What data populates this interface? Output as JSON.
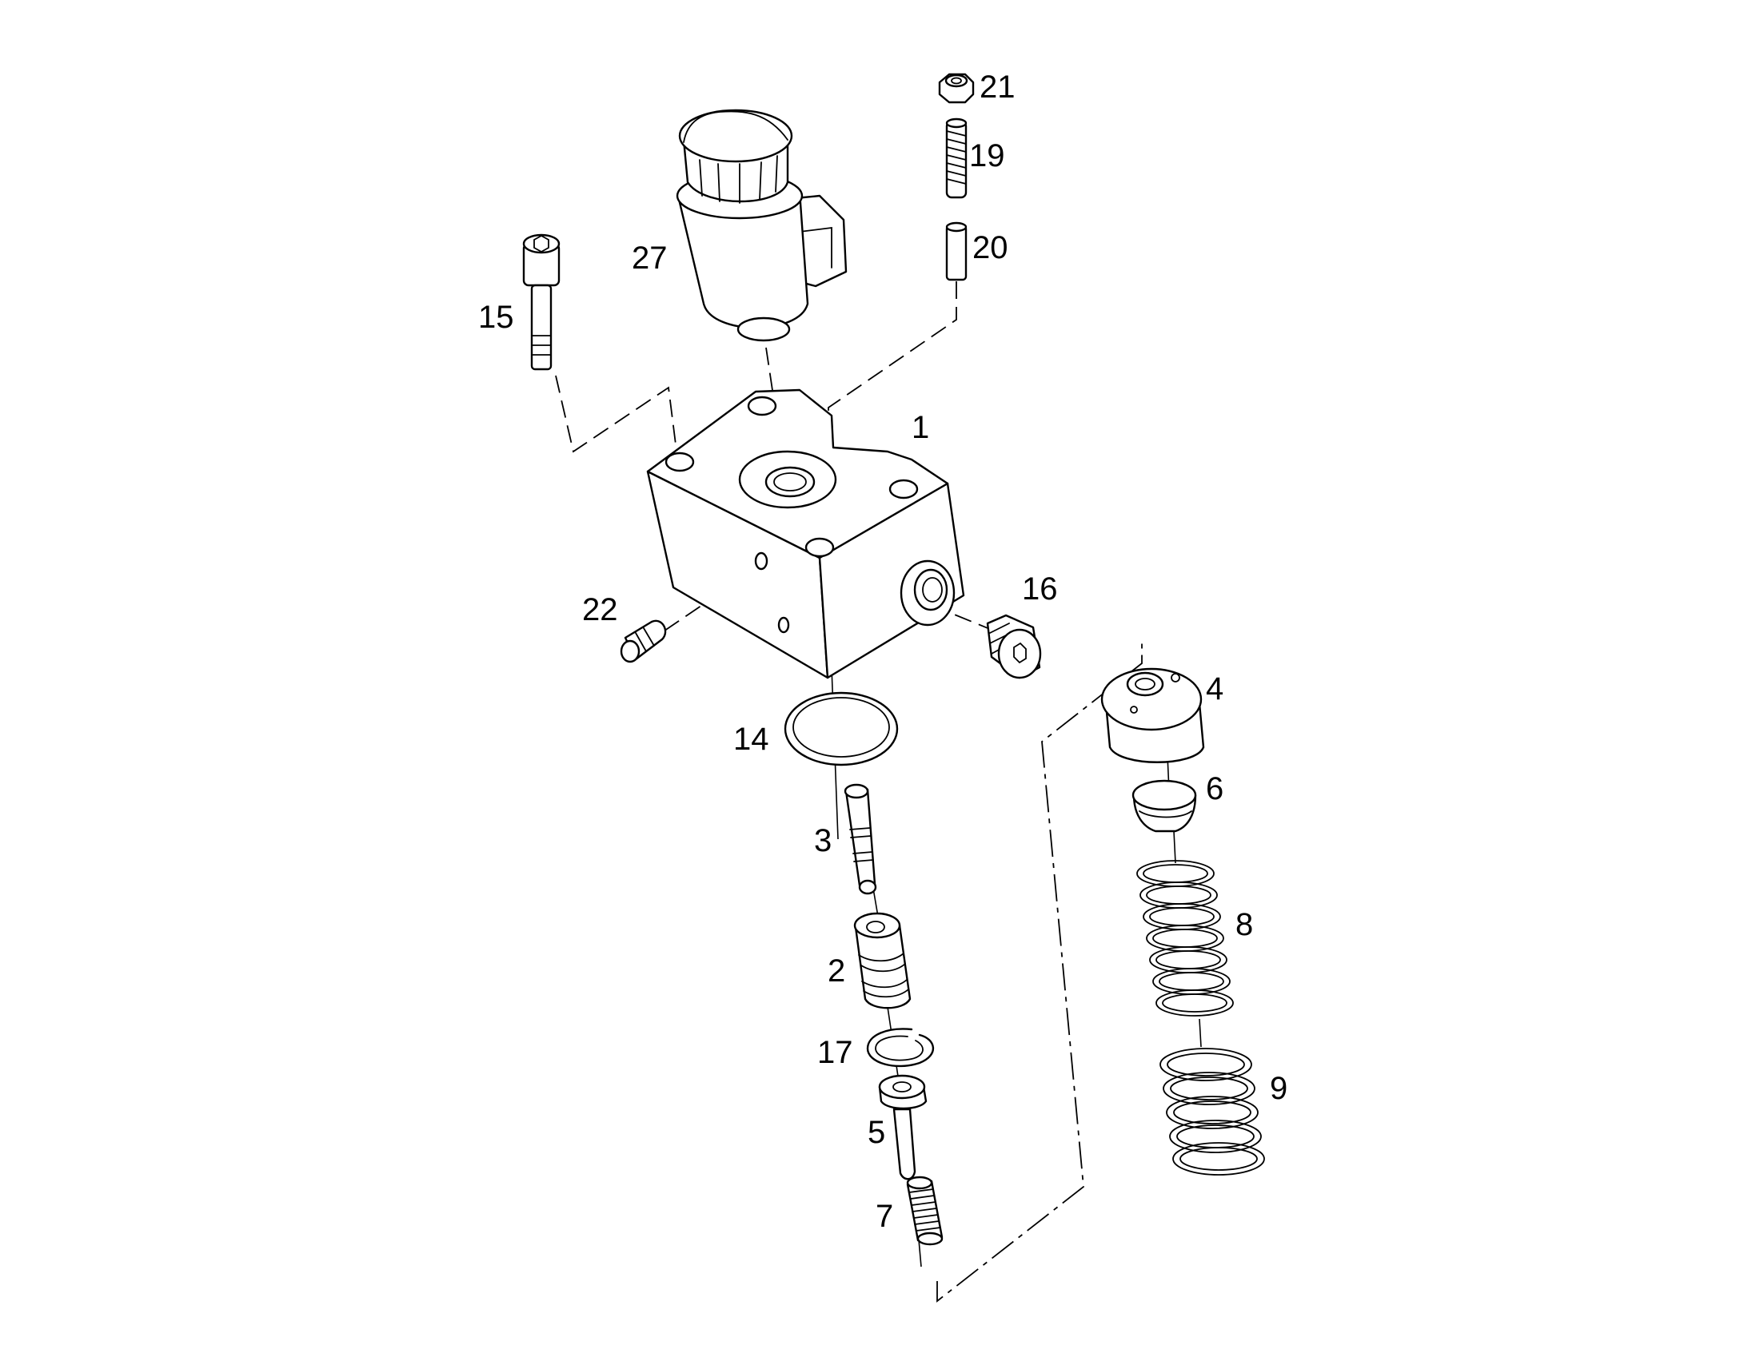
{
  "callouts": {
    "c21": "21",
    "c19": "19",
    "c20": "20",
    "c27": "27",
    "c15": "15",
    "c1": "1",
    "c22": "22",
    "c16": "16",
    "c4": "4",
    "c14": "14",
    "c6": "6",
    "c3": "3",
    "c8": "8",
    "c2": "2",
    "c17": "17",
    "c9": "9",
    "c5": "5",
    "c7": "7"
  }
}
